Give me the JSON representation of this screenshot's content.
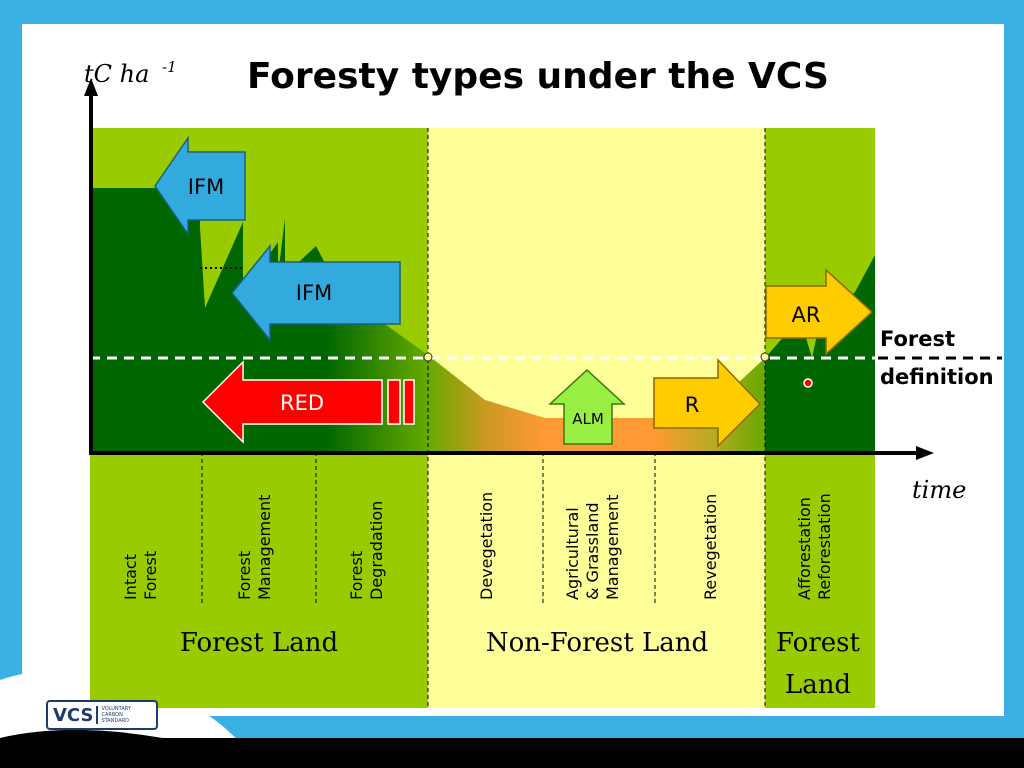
{
  "title": "Foresty types under the VCS",
  "y_axis": {
    "label": "tC ha",
    "superscript": "-1"
  },
  "x_axis": {
    "label": "time"
  },
  "forest_definition": {
    "line1": "Forest",
    "line2": "definition"
  },
  "arrows": {
    "ifm_top": "IFM",
    "ifm_middle": "IFM",
    "red": "RED",
    "alm": "ALM",
    "r": "R",
    "ar": "AR"
  },
  "phases": {
    "intact": [
      "Intact",
      "Forest"
    ],
    "management": [
      "Forest",
      "Management"
    ],
    "degradation": [
      "Forest",
      "Degradation"
    ],
    "devegetation": [
      "Devegetation"
    ],
    "agricultural": [
      "Agricultural",
      "& Grassland",
      "Management"
    ],
    "revegetation": [
      "Revegetation"
    ],
    "afforestation": [
      "Afforestation",
      "Reforestation"
    ]
  },
  "regions": {
    "forest_land_left": "Forest Land",
    "non_forest_land": "Non-Forest Land",
    "forest_land_right": [
      "Forest",
      "Land"
    ]
  },
  "logo": {
    "text": "VCS",
    "subtitle": [
      "VOLUNTARY",
      "CARBON",
      "STANDARD"
    ]
  },
  "colors": {
    "forest_green": "#99cc00",
    "dark_green": "#006600",
    "non_forest_yellow": "#ffff99",
    "ifm_blue": "#33aadd",
    "red_arrow": "#ff0000",
    "alm_green": "#99ee44",
    "yellow_arrow": "#ffcc00",
    "frame_blue": "#3bb0e3"
  }
}
